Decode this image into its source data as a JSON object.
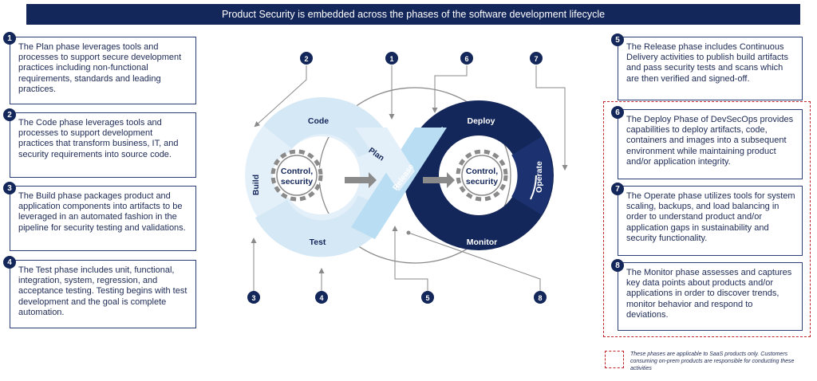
{
  "banner": {
    "title": "Product Security is embedded across the phases of the software development lifecycle"
  },
  "left_cards": [
    {
      "num": "1",
      "text": "The Plan phase leverages tools and processes to support secure development practices including non-functional requirements, standards and leading practices."
    },
    {
      "num": "2",
      "text": "The Code phase leverages tools and processes to support development practices that transform business, IT, and security requirements into source code."
    },
    {
      "num": "3",
      "text": "The Build phase packages product and application components into artifacts to be leveraged in an automated fashion in the pipeline for security testing and validations."
    },
    {
      "num": "4",
      "text": "The Test phase includes unit, functional, integration, system, regression, and acceptance testing. Testing begins with test development and the goal is complete automation."
    }
  ],
  "right_cards": [
    {
      "num": "5",
      "text": "The Release phase includes Continuous Delivery activities to publish build artifacts and pass security tests and scans which are then verified and signed-off."
    },
    {
      "num": "6",
      "text": "The Deploy Phase of DevSecOps provides capabilities to deploy artifacts, code, containers and images into a subsequent environment while maintaining product and/or application integrity."
    },
    {
      "num": "7",
      "text": "The Operate phase utilizes tools for system scaling, backups, and load balancing in order to understand product and/or application gaps in sustainability and security functionality."
    },
    {
      "num": "8",
      "text": "The Monitor phase assesses and captures key data points about products and/or applications in order to discover trends, monitor behavior and respond to deviations."
    }
  ],
  "diagram": {
    "left_loop": {
      "code": "Code",
      "build": "Build",
      "test": "Test",
      "plan": "Plan",
      "gear_line1": "Control,",
      "gear_line2": "security"
    },
    "right_loop": {
      "deploy": "Deploy",
      "operate": "Operate",
      "monitor": "Monitor",
      "release": "Release",
      "gear_line1": "Control,",
      "gear_line2": "security"
    },
    "callouts": [
      "1",
      "2",
      "3",
      "4",
      "5",
      "6",
      "7",
      "8"
    ],
    "colors": {
      "navy": "#14275a",
      "light_blue": "#cfe6f5",
      "pale_blue": "#e4f0f9",
      "accent_blue": "#b9def3",
      "gear_gray": "#8a8a8a"
    }
  },
  "legend": {
    "text": "These phases are applicable to SaaS products only. Customers consuming on-prem products are responsible for conducting these activities"
  }
}
